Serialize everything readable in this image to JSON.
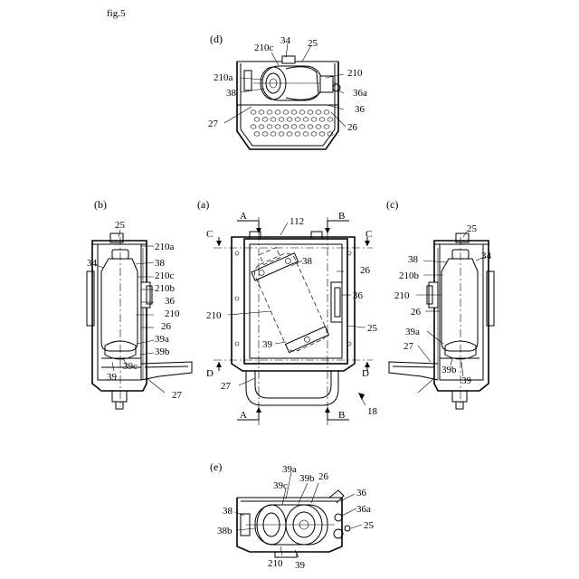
{
  "figure_label": "fig.5",
  "views": {
    "a": "(a)",
    "b": "(b)",
    "c": "(c)",
    "d": "(d)",
    "e": "(e)"
  },
  "section_marks": {
    "A": "A",
    "B": "B",
    "C": "C",
    "D": "D"
  },
  "labels": {
    "d": [
      "210c",
      "34",
      "25",
      "210a",
      "210",
      "38",
      "36a",
      "36",
      "27",
      "26"
    ],
    "b": [
      "25",
      "210a",
      "38",
      "34",
      "210c",
      "210b",
      "36",
      "210",
      "26",
      "39a",
      "39b",
      "39",
      "39c",
      "27"
    ],
    "a": [
      "112",
      "38",
      "26",
      "36",
      "210",
      "25",
      "39",
      "27",
      "18"
    ],
    "c": [
      "25",
      "38",
      "34",
      "210b",
      "210",
      "26",
      "39a",
      "27",
      "39b",
      "39"
    ],
    "e": [
      "39a",
      "39c",
      "39b",
      "26",
      "36",
      "38",
      "36a",
      "38b",
      "25",
      "210",
      "39"
    ]
  }
}
